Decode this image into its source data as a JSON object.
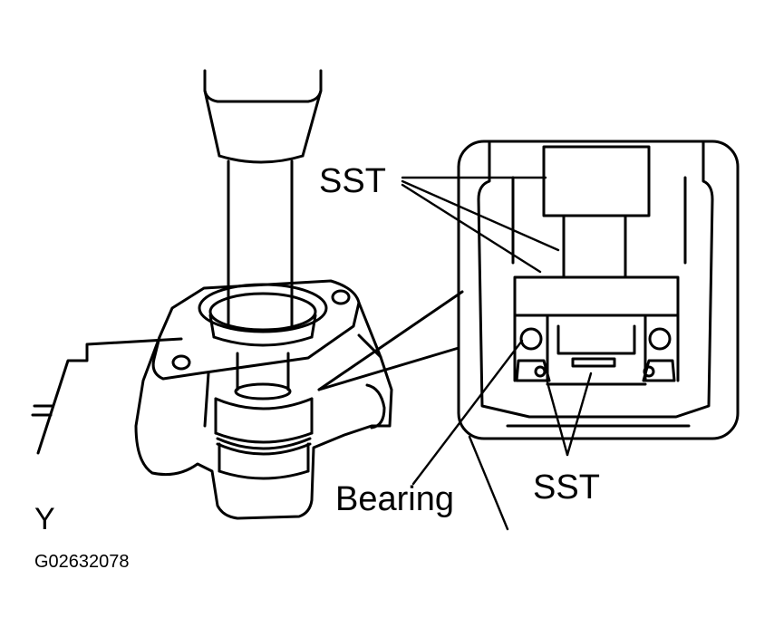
{
  "labels": {
    "sst_top": "SST",
    "sst_bottom": "SST",
    "bearing": "Bearing",
    "corner_letter": "Y",
    "figure_code": "G02632078"
  },
  "colors": {
    "ink": "#000000",
    "paper": "#ffffff"
  }
}
